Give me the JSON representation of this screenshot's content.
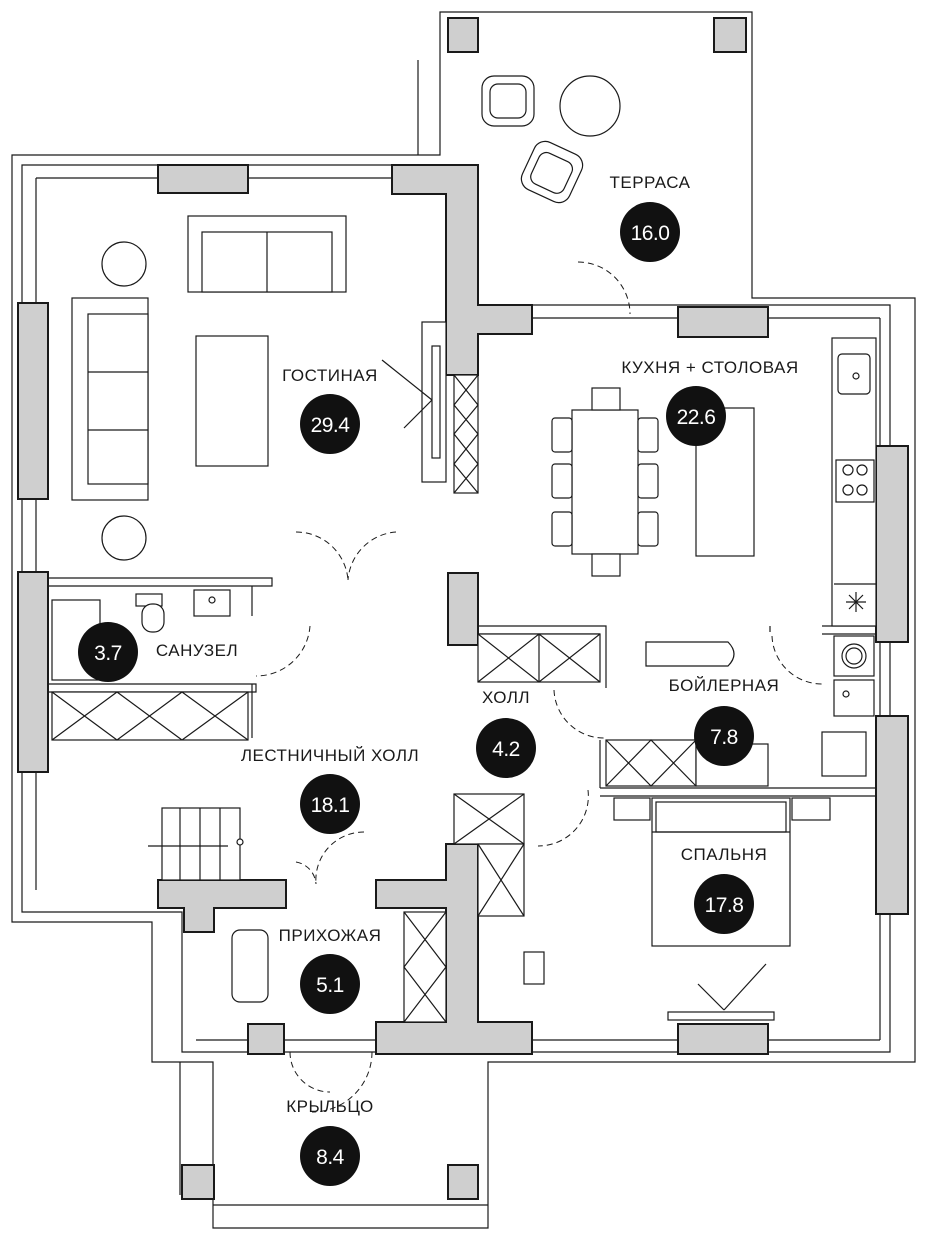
{
  "rooms": [
    {
      "id": "terrace",
      "name": "ТЕРРАСА",
      "area": "16.0"
    },
    {
      "id": "living",
      "name": "ГОСТИНАЯ",
      "area": "29.4"
    },
    {
      "id": "kitchen",
      "name": "КУХНЯ + СТОЛОВАЯ",
      "area": "22.6"
    },
    {
      "id": "bathroom",
      "name": "САНУЗЕЛ",
      "area": "3.7"
    },
    {
      "id": "hall",
      "name": "ХОЛЛ",
      "area": "4.2"
    },
    {
      "id": "boiler",
      "name": "БОЙЛЕРНАЯ",
      "area": "7.8"
    },
    {
      "id": "stair-hall",
      "name": "ЛЕСТНИЧНЫЙ ХОЛЛ",
      "area": "18.1"
    },
    {
      "id": "bedroom",
      "name": "СПАЛЬНЯ",
      "area": "17.8"
    },
    {
      "id": "entrance",
      "name": "ПРИХОЖАЯ",
      "area": "5.1"
    },
    {
      "id": "porch",
      "name": "КРЫЛЬЦО",
      "area": "8.4"
    }
  ],
  "colors": {
    "wall_fill": "#cfcfcf",
    "line": "#1a1a1a",
    "badge": "#111111",
    "background": "#ffffff"
  }
}
